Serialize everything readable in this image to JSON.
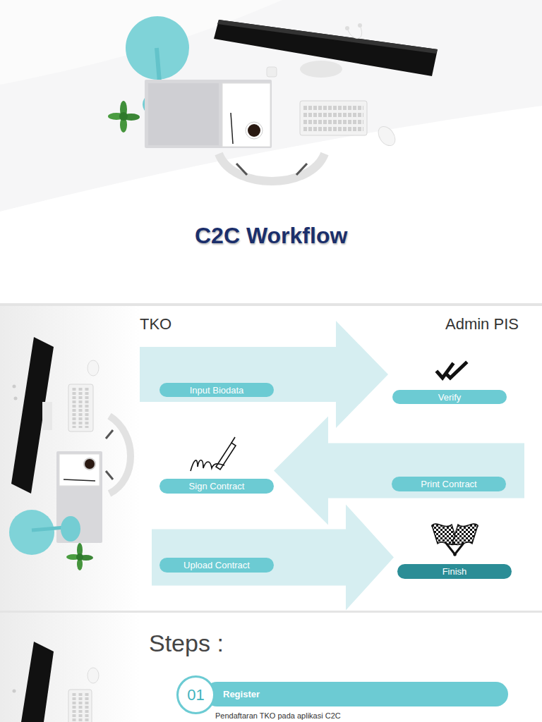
{
  "diagram": {
    "title": "C2C Workflow",
    "nodes": [
      {
        "text": [
          "Input Biodata"
        ]
      },
      {
        "text": [
          "Verify"
        ]
      },
      {
        "text": [
          "Sign Contract"
        ]
      },
      {
        "text": [
          "Print Contract"
        ]
      },
      {
        "text": [
          "Upload Contract"
        ]
      },
      {
        "text": [
          "Finish"
        ]
      },
      {
        "text": [
          "01"
        ]
      },
      {
        "text": [
          "Register"
        ]
      }
    ],
    "edges": [
      {
        "from": 0,
        "to": 1,
        "arrow": "to"
      },
      {
        "from": 3,
        "to": 2,
        "arrow": "to"
      },
      {
        "from": 4,
        "to": 5,
        "arrow": "to"
      }
    ],
    "labels": [
      "TKO",
      "Admin PIS",
      "Steps :",
      "Pendaftaran TKO pada aplikasi C2C"
    ]
  }
}
